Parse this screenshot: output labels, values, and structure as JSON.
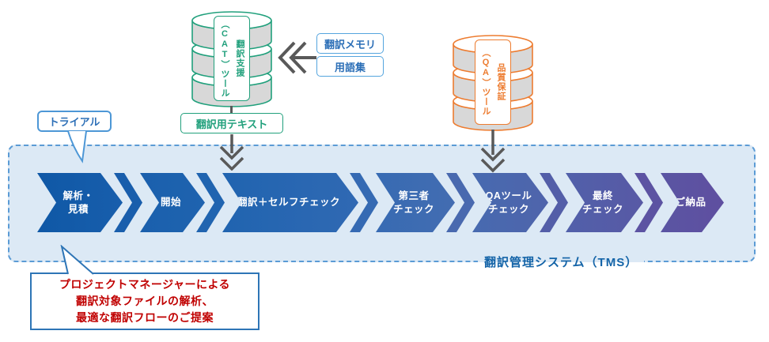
{
  "cat_db": {
    "name_v1": "翻訳支援",
    "paren_open": "（",
    "acronym": "CAT",
    "paren_close": "）",
    "name_v2": "ツール"
  },
  "qa_db": {
    "name_v1": "品質保証",
    "paren_open": "（",
    "acronym": "QA",
    "paren_close": "）",
    "name_v2": "ツール"
  },
  "resources": {
    "translation_memory": "翻訳メモリ",
    "glossary": "用語集"
  },
  "cat_output_label": "翻訳用テキスト",
  "trial_label": "トライアル",
  "tms_label": "翻訳管理システム（TMS）",
  "flow": {
    "steps": [
      {
        "line1": "解析・",
        "line2": "見積",
        "color_from": "#0F58A6",
        "color_to": "#185EAC"
      },
      {
        "line1": "開始",
        "line2": "",
        "color_from": "#1A60AD",
        "color_to": "#1F63AF"
      },
      {
        "line1": "翻訳＋セルフチェック",
        "line2": "",
        "color_from": "#2064B0",
        "color_to": "#3069B3"
      },
      {
        "line1": "第三者",
        "line2": "チェック",
        "color_from": "#376BB3",
        "color_to": "#436CB1"
      },
      {
        "line1": "QAツール",
        "line2": "チェック",
        "color_from": "#476AB0",
        "color_to": "#4F64AB"
      },
      {
        "line1": "最終",
        "line2": "チェック",
        "color_from": "#5160AA",
        "color_to": "#5859A5"
      },
      {
        "line1": "ご納品",
        "line2": "",
        "color_from": "#5A55A3",
        "color_to": "#5F4FA0"
      }
    ],
    "seps": [
      {
        "color": "#195EAC"
      },
      {
        "color": "#2064B0"
      },
      {
        "color": "#356AB3"
      },
      {
        "color": "#4969AF"
      },
      {
        "color": "#535EA8"
      },
      {
        "color": "#5C53A2"
      }
    ]
  },
  "pm_callout": {
    "line1": "プロジェクトマネージャーによる",
    "line2": "翻訳対象ファイルの解析、",
    "line3": "最適な翻訳フローのご提案"
  },
  "colors": {
    "cat_green": "#21A07C",
    "qa_orange": "#ED7C30",
    "panel_fill": "#DCE9F5",
    "panel_border": "#5B9BD5",
    "blue_box_border": "#55A5DE",
    "blue_text": "#2C6FB7",
    "tms_text": "#1464A8",
    "callout_red": "#C00000",
    "arrow_gray": "#595959",
    "cylinder_gray": "#D8D8D8"
  }
}
